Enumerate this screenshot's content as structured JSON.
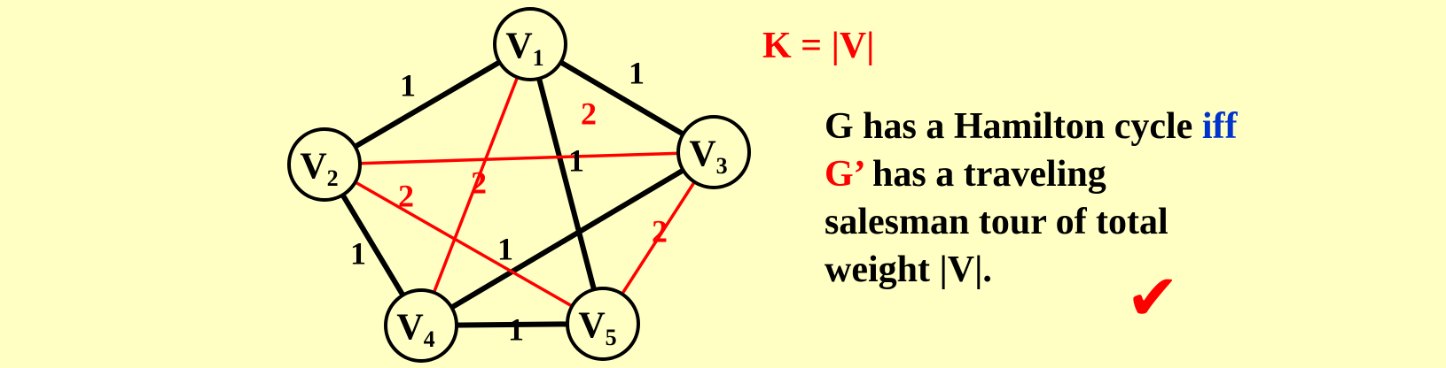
{
  "colors": {
    "background": "#FFFFC4",
    "black_edge": "#000000",
    "red_edge": "#FF0000",
    "accent_blue": "#0033CC"
  },
  "nodes": [
    {
      "id": "V1",
      "letter": "V",
      "sub": "1"
    },
    {
      "id": "V2",
      "letter": "V",
      "sub": "2"
    },
    {
      "id": "V3",
      "letter": "V",
      "sub": "3"
    },
    {
      "id": "V4",
      "letter": "V",
      "sub": "4"
    },
    {
      "id": "V5",
      "letter": "V",
      "sub": "5"
    }
  ],
  "edges": [
    {
      "from": "V1",
      "to": "V2",
      "weight": "1",
      "color": "#000000"
    },
    {
      "from": "V1",
      "to": "V3",
      "weight": "1",
      "color": "#000000"
    },
    {
      "from": "V2",
      "to": "V4",
      "weight": "1",
      "color": "#000000"
    },
    {
      "from": "V4",
      "to": "V5",
      "weight": "1",
      "color": "#000000"
    },
    {
      "from": "V1",
      "to": "V5",
      "weight": "1",
      "color": "#000000"
    },
    {
      "from": "V3",
      "to": "V4",
      "weight": "1",
      "color": "#000000"
    },
    {
      "from": "V2",
      "to": "V3",
      "weight": "2",
      "color": "#FF0000"
    },
    {
      "from": "V1",
      "to": "V4",
      "weight": "2",
      "color": "#FF0000"
    },
    {
      "from": "V2",
      "to": "V5",
      "weight": "2",
      "color": "#FF0000"
    },
    {
      "from": "V3",
      "to": "V5",
      "weight": "2",
      "color": "#FF0000"
    }
  ],
  "k_label": "K = |V|",
  "statement": {
    "line1_a": "G has a Hamilton cycle ",
    "line1_b": "iff",
    "line2_a": "G’",
    "line2_b": " has a traveling",
    "line3": "salesman tour of total",
    "line4": "weight |V|."
  },
  "check_icon": "check-mark-icon",
  "check_glyph": "✔"
}
